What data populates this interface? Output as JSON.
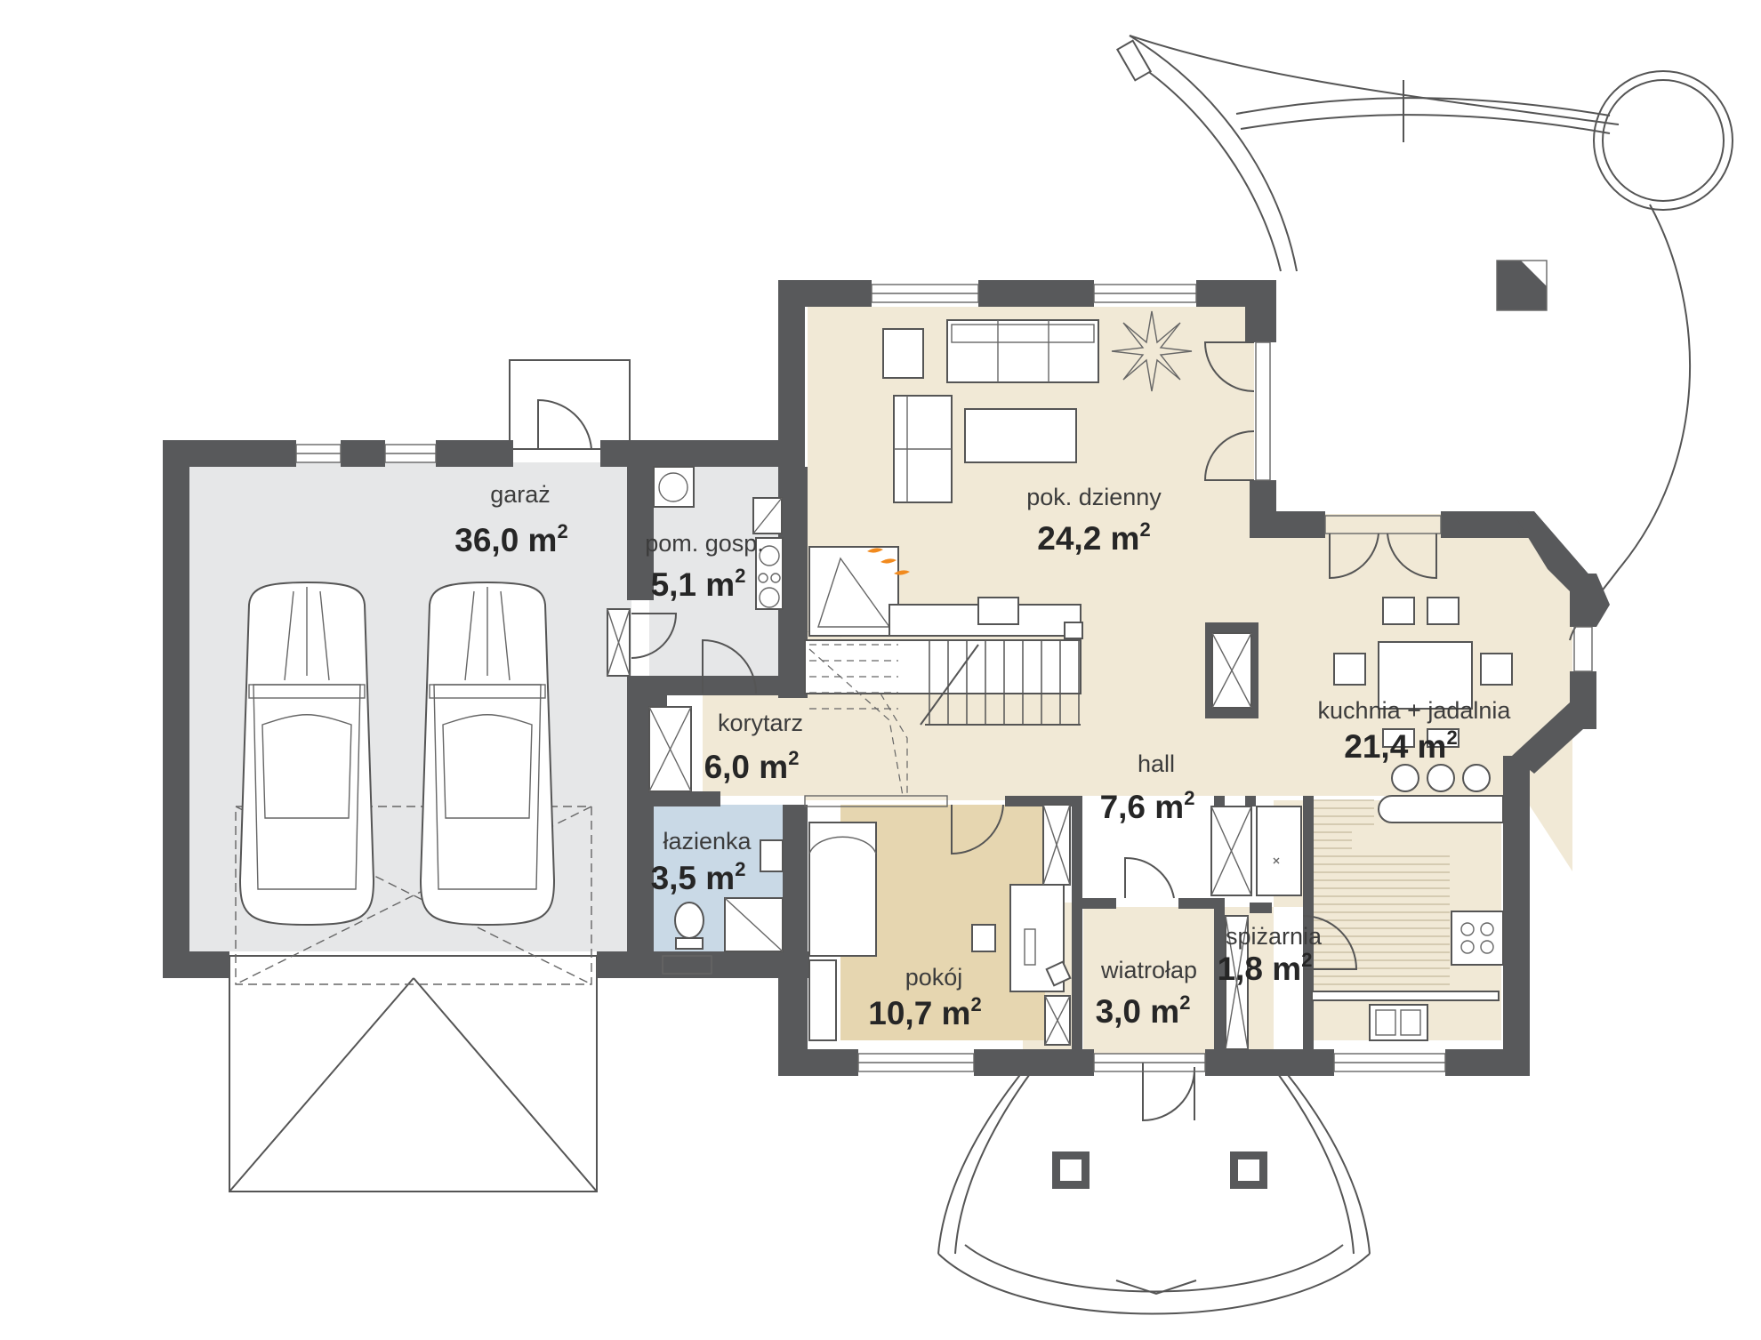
{
  "rooms": {
    "garaz": {
      "name": "garaż",
      "area": "36,0 m",
      "exp": "2"
    },
    "pom_gosp": {
      "name": "pom. gosp.",
      "area": "5,1 m",
      "exp": "2"
    },
    "pok_dzienny": {
      "name": "pok. dzienny",
      "area": "24,2 m",
      "exp": "2"
    },
    "kuchnia": {
      "name": "kuchnia + jadalnia",
      "area": "21,4 m",
      "exp": "2"
    },
    "korytarz": {
      "name": "korytarz",
      "area": "6,0 m",
      "exp": "2"
    },
    "hall": {
      "name": "hall",
      "area": "7,6 m",
      "exp": "2"
    },
    "lazienka": {
      "name": "łazienka",
      "area": "3,5 m",
      "exp": "2"
    },
    "pokoj": {
      "name": "pokój",
      "area": "10,7 m",
      "exp": "2"
    },
    "wiatrolap": {
      "name": "wiatrołap",
      "area": "3,0 m",
      "exp": "2"
    },
    "spizarnia": {
      "name": "spiżarnia",
      "area": "1,8 m",
      "exp": "2"
    }
  },
  "colors": {
    "wall": "#58595b",
    "garage_floor": "#e6e7e8",
    "living_floor": "#f1e9d6",
    "bathroom_floor": "#c9d9e6",
    "bedroom_floor": "#e6d6b0",
    "fireplace_flame": "#f18a1e"
  }
}
